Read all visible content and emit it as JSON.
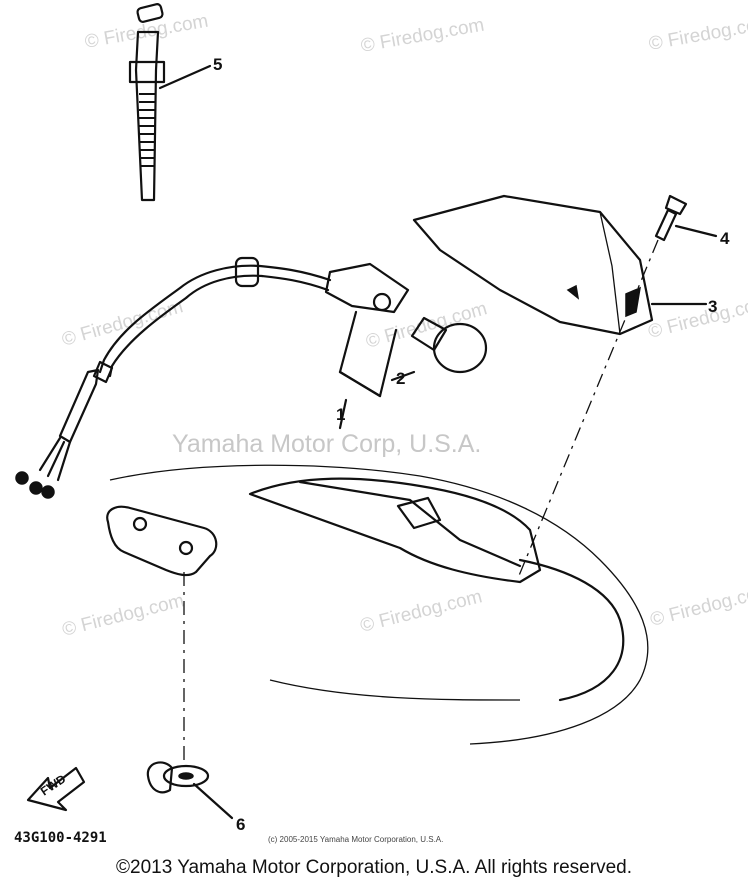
{
  "watermarks": {
    "corner": "© Firedog.com",
    "center": "Yamaha Motor Corp, U.S.A."
  },
  "callouts": [
    "1",
    "2",
    "3",
    "4",
    "5",
    "6"
  ],
  "direction_label": "FWD",
  "part_code": "43G100-4291",
  "small_copyright": "(c) 2005-2015 Yamaha Motor Corporation, U.S.A.",
  "footer": "©2013 Yamaha Motor Corporation, U.S.A. All rights reserved.",
  "colors": {
    "ink": "#111111",
    "watermark": "#cccccc",
    "background": "#ffffff"
  }
}
